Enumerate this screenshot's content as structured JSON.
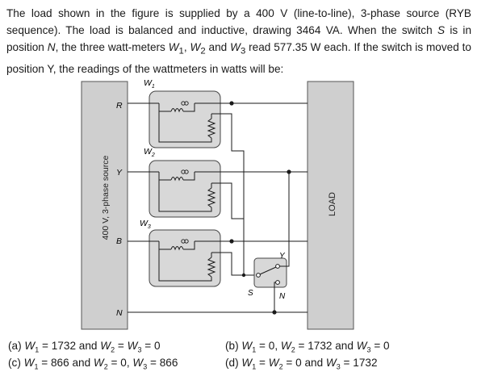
{
  "question": {
    "p1": "The load shown in the figure is supplied by a 400 V (line-to-line), 3-phase source (RYB sequence). The load is balanced and inductive, drawing 3464 VA. When the switch ",
    "switch_var": "S",
    "p2": " is in position ",
    "pos_n": "N",
    "p3": ", the three watt-meters ",
    "w": "W",
    "s1": "1",
    "s2": "2",
    "s3": "3",
    "comma": ", ",
    "and": " and ",
    "p4": " read 577.35 W each. If the switch is moved to position Y, the readings of the wattmeters in watts will be:"
  },
  "figure": {
    "source_label": "400 V, 3-phase source",
    "load_label": "LOAD",
    "lines": [
      "R",
      "Y",
      "B",
      "N"
    ],
    "wattmeters": [
      "W1",
      "W2",
      "W3"
    ],
    "w_letter": "W",
    "w_subs": [
      "1",
      "2",
      "3"
    ],
    "switch_terminals": {
      "s": "S",
      "y": "Y",
      "n": "N"
    }
  },
  "options": [
    {
      "label": "(a)",
      "parts": [
        "W",
        "1",
        " = 1732 and ",
        "W",
        "2",
        " = ",
        "W",
        "3",
        " = 0"
      ]
    },
    {
      "label": "(b)",
      "parts": [
        "W",
        "1",
        " = 0, ",
        "W",
        "2",
        " = 1732 and ",
        "W",
        "3",
        " = 0"
      ]
    },
    {
      "label": "(c)",
      "parts": [
        "W",
        "1",
        " = 866 and ",
        "W",
        "2",
        " = 0, ",
        "W",
        "3",
        " = 866"
      ]
    },
    {
      "label": "(d)",
      "parts": [
        "W",
        "1",
        " = ",
        "W",
        "2",
        " = 0 and ",
        "W",
        "3",
        " = 1732"
      ]
    }
  ]
}
